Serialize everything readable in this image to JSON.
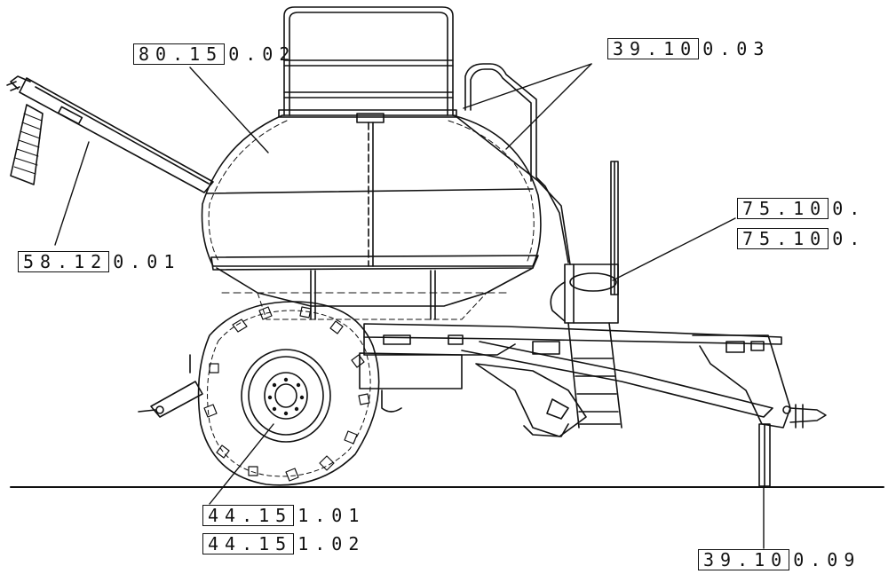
{
  "diagram": {
    "callouts": [
      {
        "id": "c-80150-02",
        "boxed": "80.15",
        "rest": "0.02"
      },
      {
        "id": "c-39100-03",
        "boxed": "39.10",
        "rest": "0.03"
      },
      {
        "id": "c-75100-a",
        "boxed": "75.10",
        "rest": "0."
      },
      {
        "id": "c-75100-b",
        "boxed": "75.10",
        "rest": "0."
      },
      {
        "id": "c-58120-01",
        "boxed": "58.12",
        "rest": "0.01"
      },
      {
        "id": "c-44151-01",
        "boxed": "44.15",
        "rest": "1.01"
      },
      {
        "id": "c-44151-02",
        "boxed": "44.15",
        "rest": "1.02"
      },
      {
        "id": "c-39100-09",
        "boxed": "39.10",
        "rest": "0.09"
      }
    ]
  }
}
